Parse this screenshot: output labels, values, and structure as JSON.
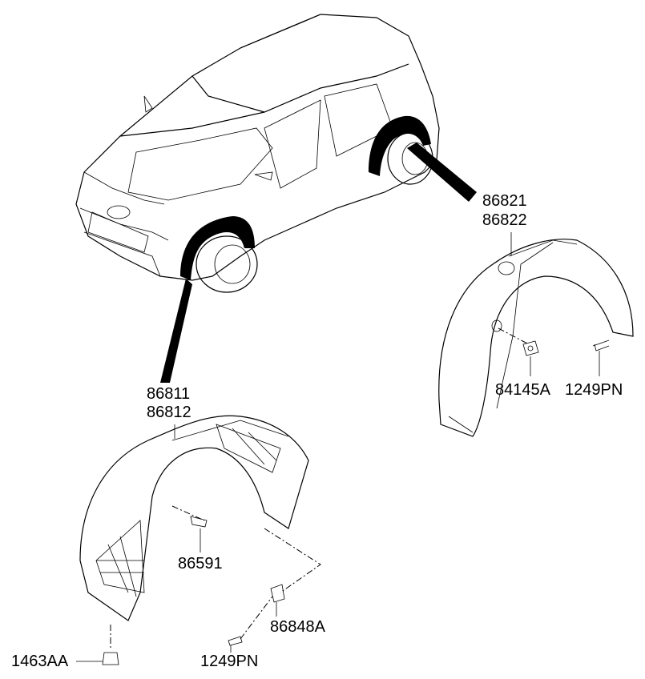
{
  "labels": {
    "rear_liner_lh": "86821",
    "rear_liner_rh": "86822",
    "rear_nut": "84145A",
    "rear_screw": "1249PN",
    "front_liner_lh": "86811",
    "front_liner_rh": "86812",
    "front_screw_86591": "86591",
    "front_clip": "86848A",
    "front_screw": "1249PN",
    "front_fastener": "1463AA"
  }
}
